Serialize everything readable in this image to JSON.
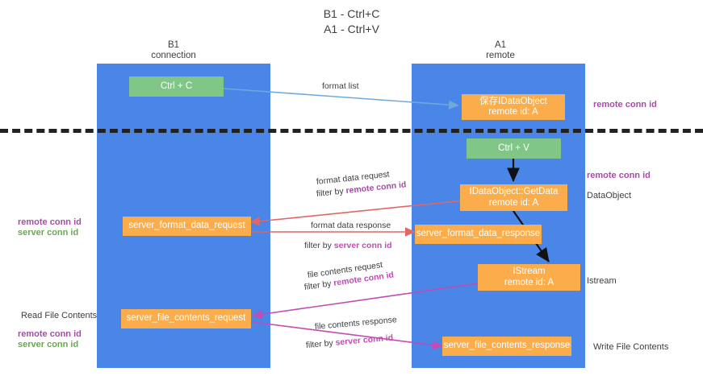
{
  "diagram": {
    "title": "B1 - Ctrl+C\nA1 - Ctrl+V",
    "colors": {
      "lane": "#4a86e8",
      "green_box": "#80c787",
      "orange_box": "#fbad4b",
      "purple_text": "#a64ca6",
      "green_text": "#6aa84f",
      "magenta_text": "#c24bb5",
      "divider": "#222222",
      "arrow_blue": "#6fa8dc",
      "arrow_red": "#e06666",
      "arrow_magenta": "#c24bb5",
      "arrow_black": "#000000"
    },
    "columns": [
      {
        "name": "left-lane-header",
        "label": "B1\nconnection"
      },
      {
        "name": "right-lane-header",
        "label": "A1\nremote"
      }
    ],
    "boxes": [
      {
        "name": "ctrl-c-box",
        "label": "Ctrl + C",
        "style": "green"
      },
      {
        "name": "save-idataobject-box",
        "label": "保存IDataObject\nremote id: A",
        "style": "orange"
      },
      {
        "name": "ctrl-v-box",
        "label": "Ctrl + V",
        "style": "green"
      },
      {
        "name": "idataobject-getdata-box",
        "label": "IDataObject::GetData\nremote id: A",
        "style": "orange"
      },
      {
        "name": "server-format-data-request-box",
        "label": "server_format_data_request",
        "style": "orange"
      },
      {
        "name": "server-format-data-response-box",
        "label": "server_format_data_response",
        "style": "orange"
      },
      {
        "name": "istream-box",
        "label": "IStream\nremote id: A",
        "style": "orange"
      },
      {
        "name": "server-file-contents-request-box",
        "label": "server_file_contents_request",
        "style": "orange"
      },
      {
        "name": "server-file-contents-response-box",
        "label": "server_file_contents_response",
        "style": "orange"
      }
    ],
    "edge_labels": {
      "format_list": "format list",
      "format_data_request": "format data request",
      "format_data_request_filter_prefix": "filter by ",
      "format_data_request_filter_key": "remote conn id",
      "format_data_response": "format data response",
      "format_data_response_filter_prefix": "filter by ",
      "format_data_response_filter_key": "server conn id",
      "file_contents_request": "file contents request",
      "file_contents_request_filter_prefix": "filter by ",
      "file_contents_request_filter_key": "remote conn id",
      "file_contents_response": "file contents response",
      "file_contents_response_filter_prefix": "filter by ",
      "file_contents_response_filter_key": "server conn id"
    },
    "right_labels": [
      {
        "name": "right-label-remote-conn-id-top",
        "label": "remote conn id"
      },
      {
        "name": "right-label-remote-conn-id-mid",
        "label": "remote conn id"
      },
      {
        "name": "right-label-dataobject",
        "label": "DataObject"
      },
      {
        "name": "right-label-istream",
        "label": "Istream"
      },
      {
        "name": "right-label-write-file-contents",
        "label": "Write File Contents"
      }
    ],
    "left_labels": [
      {
        "name": "left-label-remote-conn-id",
        "label": "remote conn id"
      },
      {
        "name": "left-label-server-conn-id",
        "label": "server conn id"
      },
      {
        "name": "left-label-read-file-contents",
        "label": "Read File Contents"
      },
      {
        "name": "left-label-remote-conn-id-2",
        "label": "remote conn id"
      },
      {
        "name": "left-label-server-conn-id-2",
        "label": "server conn id"
      }
    ]
  }
}
